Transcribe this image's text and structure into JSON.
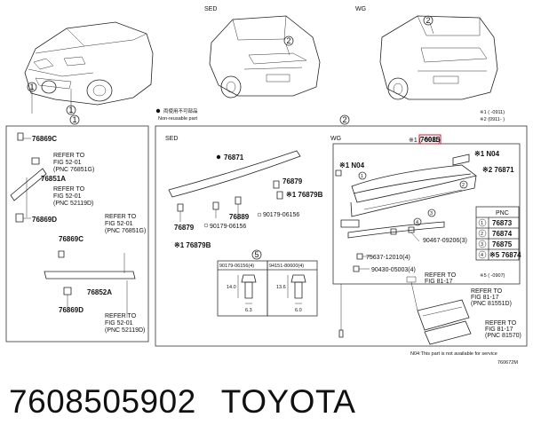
{
  "callout_circles": [
    "1",
    "2",
    "5"
  ],
  "headers": {
    "sed_top": "SED",
    "wg_top": "WG",
    "sed_panel": "SED",
    "wg_panel": "WG"
  },
  "legend": {
    "reusable": "両使用不可部品",
    "non_reusable": "Non-reusable part",
    "model_1": "※1 (      -0911)",
    "model_2": "※2 (0911-      )"
  },
  "panel1": {
    "labels": [
      "76869C",
      "76851A",
      "76869D",
      "76869C",
      "76852A",
      "76869D"
    ],
    "refs": [
      [
        "REFER TO",
        "FIG 52-01",
        "(PNC 76851G)"
      ],
      [
        "REFER TO",
        "FIG 52-01",
        "(PNC 52119D)"
      ],
      [
        "REFER TO",
        "FIG 52-01",
        "(PNC 76851G)"
      ],
      [
        "REFER TO",
        "FIG 52-01",
        "(PNC 52119D)"
      ]
    ]
  },
  "panel_sed": {
    "labels": [
      "76871",
      "76879",
      "※1 76879B",
      "76879",
      "76889",
      "90179-06156",
      "90179-06156",
      "※1 76879B"
    ],
    "sub_boxes": [
      {
        "title": "90179-06156(4)",
        "h": "14.0",
        "w": "6.3"
      },
      {
        "title": "94151-80600(4)",
        "h": "13.6",
        "w": "6.0"
      }
    ]
  },
  "panel_wg": {
    "highlight": "76085",
    "labels": [
      "※1 N04",
      "※1 N04",
      "※2 76871",
      "90467-09206(3)",
      "75637-12010(4)",
      "90430-05003(4)"
    ],
    "refs": [
      [
        "REFER TO",
        "FIG 81-17"
      ],
      [
        "REFER TO",
        "FIG 81-17",
        "(PNC 81551D)"
      ],
      [
        "REFER TO",
        "FIG 81-17",
        "(PNC 81570)"
      ]
    ],
    "pnc_table": {
      "header": "PNC",
      "rows": [
        {
          "num": "1",
          "pnc": "76873"
        },
        {
          "num": "2",
          "pnc": "76874"
        },
        {
          "num": "3",
          "pnc": "76875"
        },
        {
          "num": "4",
          "pnc": "※5 76874"
        }
      ],
      "note": "※5 (      -0907)"
    }
  },
  "notes": {
    "n04": "N04:This part is not available for service",
    "code": "760672M"
  },
  "footer": {
    "part_number": "7608505902",
    "brand": "TOYOTA"
  }
}
